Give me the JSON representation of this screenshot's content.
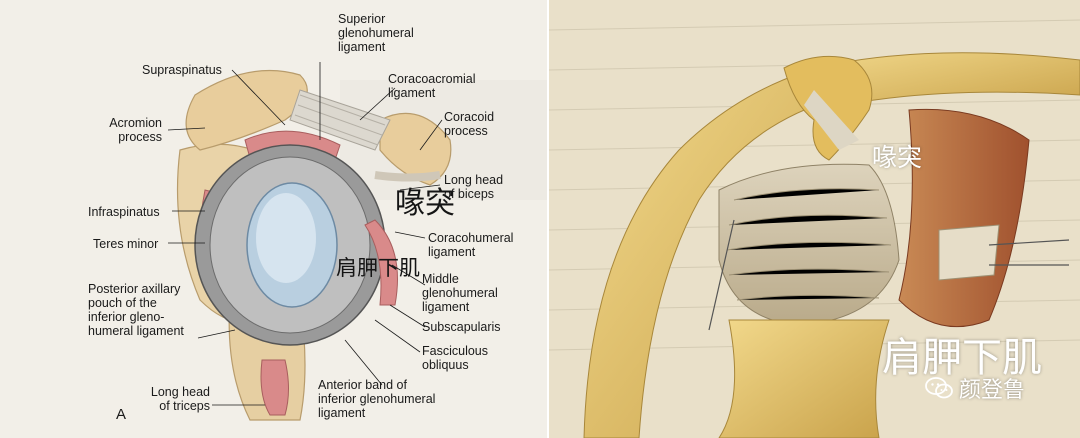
{
  "left_figure": {
    "letter": "A",
    "labels": {
      "superior_gh": "Superior\nglenohumeral\nligament",
      "supraspinatus": "Supraspinatus",
      "coracoacromial": "Coracoacromial\nligament",
      "acromion": "Acromion\nprocess",
      "coracoid": "Coracoid\nprocess",
      "long_head_biceps": "Long head\nof biceps",
      "infraspinatus": "Infraspinatus",
      "teres_minor": "Teres minor",
      "coracohumeral": "Coracohumeral\nligament",
      "middle_gh": "Middle\nglenohumeral\nligament",
      "posterior_pouch": "Posterior axillary\npouch of the\ninferior gleno-\nhumeral ligament",
      "subscapularis": "Subscapularis",
      "fasciculus": "Fasciculous\nobliquus",
      "anterior_band": "Anterior band of\ninferior glenohumeral\nligament",
      "long_head_triceps": "Long head\nof triceps"
    },
    "cn_overlays": {
      "coracoid": "喙突",
      "subscapularis": "肩胛下肌"
    }
  },
  "right_figure": {
    "cn_overlays": {
      "coracoid": "喙突",
      "subscapularis": "肩胛下肌"
    },
    "watermark": {
      "icon": "wechat-icon",
      "name": "颜登鲁"
    }
  },
  "colors": {
    "bone": "#e2c89a",
    "muscle": "#d98a8a",
    "glenoid": "#b9cfe0",
    "labrum": "#8c8c8c",
    "ligament": "#d8d4cc"
  }
}
